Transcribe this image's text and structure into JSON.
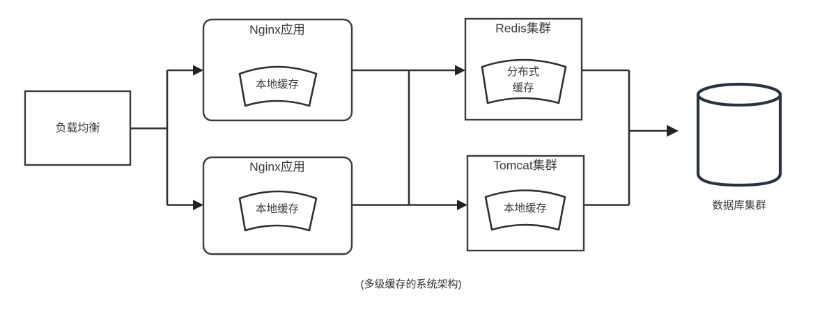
{
  "diagram": {
    "caption": "(多级缓存的系统架构)",
    "colors": {
      "background": "#ffffff",
      "box_stroke": "#3b3b3b",
      "line_stroke": "#303030",
      "database_stroke": "#2a3240",
      "text": "#3a3a3a"
    },
    "nodes": {
      "load_balancer": {
        "label": "负载均衡",
        "shape": "rectangle"
      },
      "nginx_top": {
        "title": "Nginx应用",
        "cache_label": "本地缓存",
        "shape": "rounded-rectangle"
      },
      "nginx_bottom": {
        "title": "Nginx应用",
        "cache_label": "本地缓存",
        "shape": "rounded-rectangle"
      },
      "redis_cluster": {
        "title": "Redis集群",
        "cache_label_line1": "分布式",
        "cache_label_line2": "缓存",
        "shape": "rectangle"
      },
      "tomcat_cluster": {
        "title": "Tomcat集群",
        "cache_label": "本地缓存",
        "shape": "rectangle"
      },
      "database": {
        "label": "数据库集群",
        "shape": "cylinder"
      }
    }
  }
}
